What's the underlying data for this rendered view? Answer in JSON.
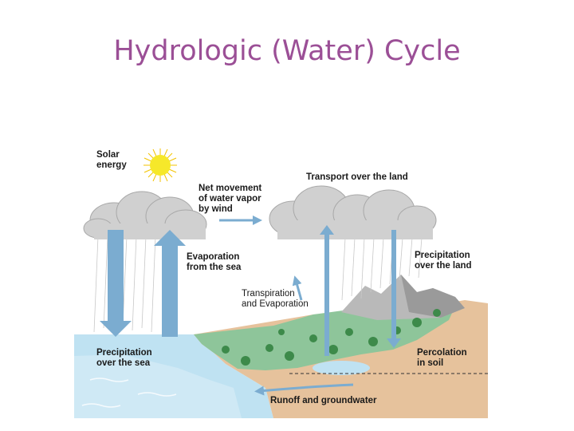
{
  "title": "Hydrologic (Water) Cycle",
  "diagram": {
    "labels": {
      "solar_energy": "Solar\nenergy",
      "net_movement": "Net movement\nof water vapor\nby wind",
      "transport_land": "Transport over the land",
      "precip_land": "Precipitation\nover the land",
      "evaporation_sea": "Evaporation\nfrom the sea",
      "transpiration": "Transpiration\nand Evaporation",
      "precip_sea": "Precipitation\nover the sea",
      "percolation": "Percolation\nin soil",
      "runoff": "Runoff and groundwater"
    },
    "colors": {
      "title": "#9b4f96",
      "arrow": "#7bacd0",
      "sea": "#bfe2f2",
      "land": "#e6c29c",
      "grass": "#8ec59a",
      "sun": "#f6e82a",
      "cloud": "#d0d0d0"
    }
  }
}
